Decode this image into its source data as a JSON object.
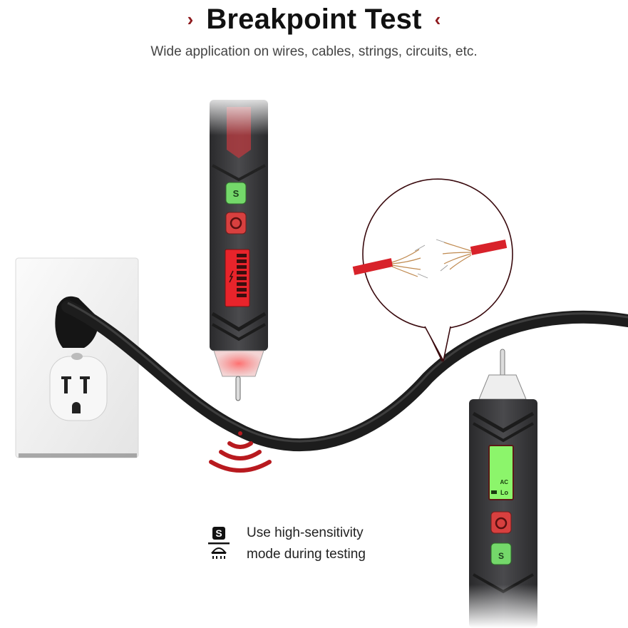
{
  "header": {
    "title": "Breakpoint Test",
    "left_chevron": "›",
    "right_chevron": "‹",
    "subtitle": "Wide application on wires, cables, strings, circuits, etc."
  },
  "note": {
    "icon": "high-sensitivity-mode-icon",
    "line1": "Use high-sensitivity",
    "line2": "mode during testing"
  },
  "tester_left": {
    "state": "detecting",
    "display_color": "#e8242b",
    "icons": [
      "sensitivity-button",
      "power-button",
      "signal-bar-display"
    ]
  },
  "tester_right": {
    "state": "no-signal",
    "display_color": "#8cf56b",
    "display_text_top": "AC",
    "display_text_bottom": "Lo",
    "icons": [
      "lcd-display",
      "power-button",
      "sensitivity-button"
    ]
  },
  "colors": {
    "accent": "#8e1a1e",
    "signal_red": "#c1181e",
    "cable": "#1d1d1d",
    "wire_red": "#d8222a"
  }
}
